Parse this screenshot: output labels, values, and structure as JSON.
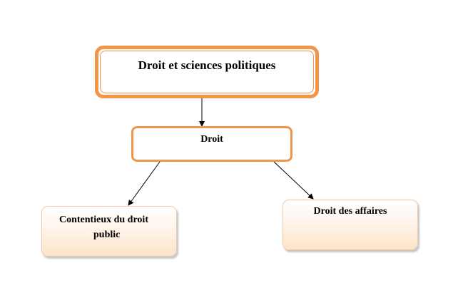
{
  "diagram": {
    "root": {
      "label": "Droit et sciences politiques"
    },
    "middle": {
      "label": "Droit"
    },
    "children": [
      {
        "label_line1": "Contentieux du droit",
        "label_line2": "public"
      },
      {
        "label": "Droit des affaires"
      }
    ]
  },
  "colors": {
    "border_accent": "#f0954a",
    "leaf_fill_bottom": "#fde3c9",
    "connector": "#000000"
  }
}
